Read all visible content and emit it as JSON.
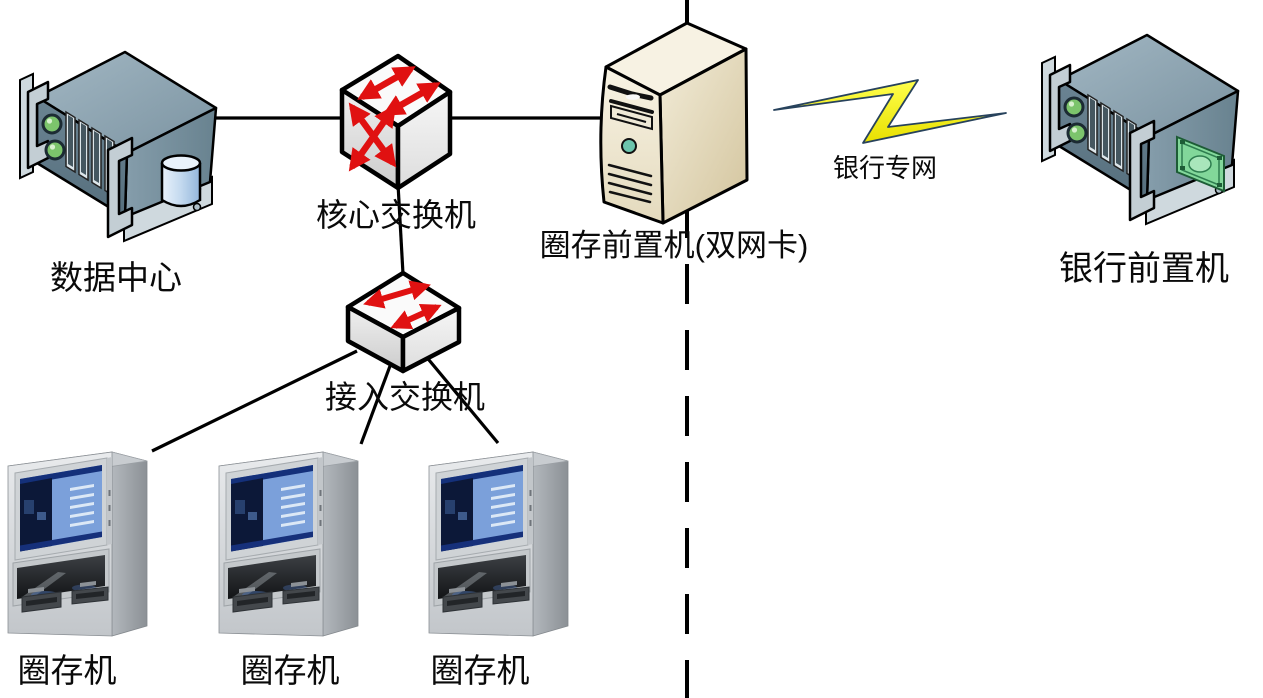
{
  "diagram": {
    "background": "#ffffff",
    "nodes": {
      "data_center": {
        "label": "数据中心",
        "type": "rack-server-with-database"
      },
      "core_switch": {
        "label": "核心交换机",
        "type": "layer3-switch"
      },
      "access_switch": {
        "label": "接入交换机",
        "type": "layer2-switch"
      },
      "transfer_front_end": {
        "label": "圈存前置机(双网卡)",
        "type": "tower-server-dual-nic"
      },
      "bank_link": {
        "label": "银行专网",
        "type": "lightning-wan-link"
      },
      "bank_front_end": {
        "label": "银行前置机",
        "type": "rack-server-with-banknote"
      },
      "kiosk_1": {
        "label": "圈存机",
        "type": "self-service-kiosk"
      },
      "kiosk_2": {
        "label": "圈存机",
        "type": "self-service-kiosk"
      },
      "kiosk_3": {
        "label": "圈存机",
        "type": "self-service-kiosk"
      }
    },
    "connections": [
      {
        "from": "data_center",
        "to": "core_switch",
        "style": "solid"
      },
      {
        "from": "core_switch",
        "to": "transfer_front_end",
        "style": "solid"
      },
      {
        "from": "core_switch",
        "to": "access_switch",
        "style": "solid"
      },
      {
        "from": "access_switch",
        "to": "kiosk_1",
        "style": "solid"
      },
      {
        "from": "access_switch",
        "to": "kiosk_2",
        "style": "solid"
      },
      {
        "from": "access_switch",
        "to": "kiosk_3",
        "style": "solid"
      },
      {
        "from": "transfer_front_end",
        "to": "bank_front_end",
        "style": "lightning",
        "label": "银行专网"
      }
    ],
    "divider": {
      "orientation": "vertical",
      "style": "dashed",
      "color": "#000000"
    },
    "colors": {
      "line_black": "#000000",
      "arrow_red": "#e01111",
      "bolt_yellow": "#f2ef00",
      "led_green": "#7cc46c",
      "power_led_teal": "#6cc5ad",
      "banknote_green": "#82d79a",
      "screen_blue": "#3f6cc8",
      "server_gray_blue": "#7e97a5",
      "tower_beige": "#efe8d2"
    }
  }
}
